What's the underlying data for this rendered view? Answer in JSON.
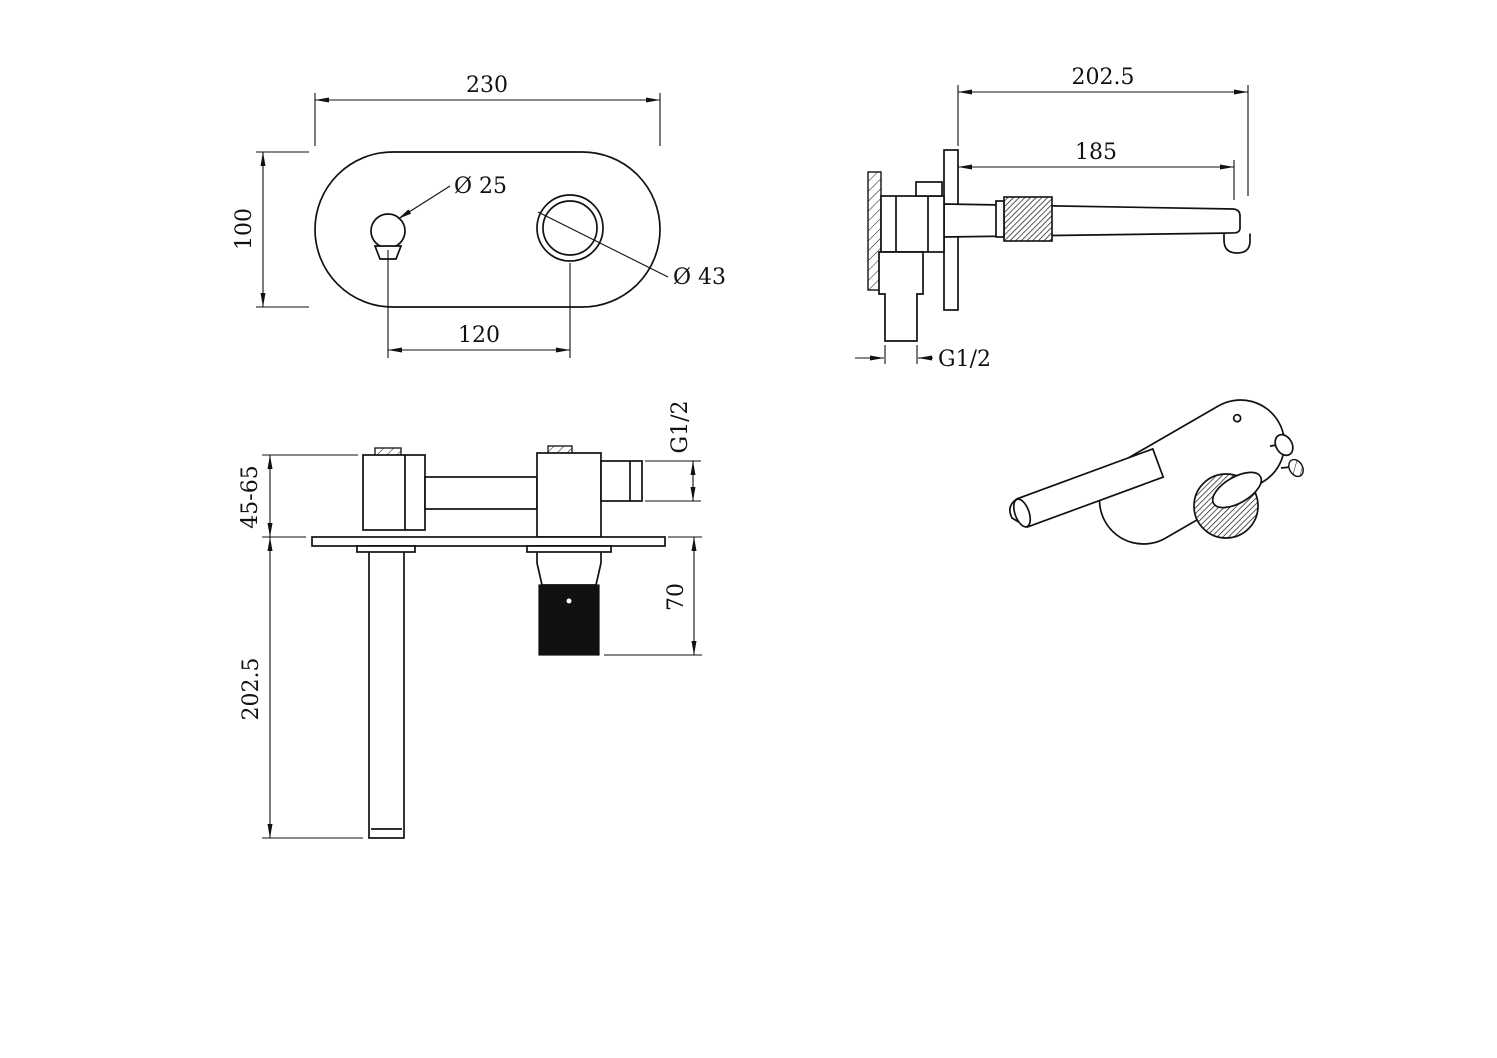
{
  "colors": {
    "ink": "#111111",
    "background": "#ffffff"
  },
  "views": {
    "front": {
      "dim_plate_width": "230",
      "dim_plate_height": "100",
      "dim_handle_hole_diameter": "Ø 25",
      "dim_spout_hole_diameter": "Ø 43",
      "dim_hole_spacing": "120"
    },
    "side": {
      "dim_total_reach": "202.5",
      "dim_spout_length": "185",
      "dim_inlet_thread": "G1/2"
    },
    "installation": {
      "dim_inlet_thread": "G1/2",
      "dim_wall_depth_range": "45-65",
      "dim_outlet_drop": "202.5",
      "dim_valve_body_height": "70"
    }
  }
}
